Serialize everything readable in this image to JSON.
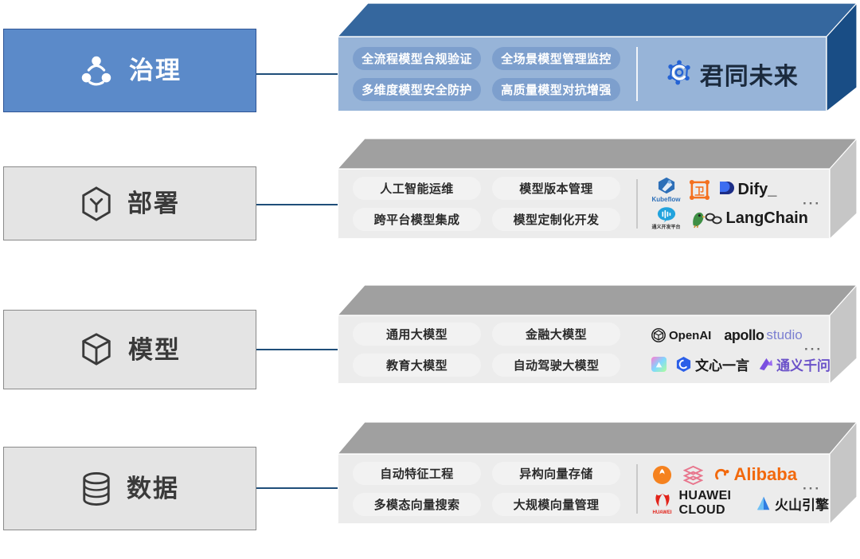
{
  "diagram": {
    "title": "AI stack layers",
    "colors": {
      "blue_card": "#5b8ac9",
      "blue_card_border": "#2f5596",
      "grey_card": "#e4e4e4",
      "connector": "#1f4e79",
      "box_top_blue": "#35679e",
      "box_front_blue": "#97b4d8",
      "box_side_blue": "#194d85",
      "box_top_grey": "#a0a0a0",
      "box_front_grey": "#ececec",
      "box_side_grey": "#c6c6c6",
      "pill_blue": "#7d9fcd",
      "pill_grey": "#f2f2f2"
    },
    "overflow_indicator": "···"
  },
  "layers": [
    {
      "id": "governance",
      "label": "治理",
      "icon": "share-nodes-icon",
      "highlighted": true,
      "capabilities": [
        [
          "全流程模型合规验证",
          "全场景模型管理监控"
        ],
        [
          "多维度模型安全防护",
          "高质量模型对抗增强"
        ]
      ],
      "brand": {
        "name": "君同未来",
        "icon": "junton-gear-icon"
      },
      "vendors": []
    },
    {
      "id": "deployment",
      "label": "部署",
      "icon": "hexagon-y-icon",
      "highlighted": false,
      "capabilities": [
        [
          "人工智能运维",
          "模型版本管理"
        ],
        [
          "跨平台模型集成",
          "模型定制化开发"
        ]
      ],
      "brand": null,
      "vendors": [
        [
          {
            "name": "Kubeflow",
            "caption": "Kubeflow",
            "icon": "kubeflow-icon",
            "style": "stack"
          },
          {
            "name": "",
            "caption": "",
            "icon": "orange-square-icon",
            "style": "icon"
          },
          {
            "name": "Dify_",
            "caption": "",
            "icon": "dify-icon",
            "style": "mark-text"
          }
        ],
        [
          {
            "name": "",
            "caption": "通义开发平台",
            "icon": "blue-cloud-icon",
            "style": "stack"
          },
          {
            "name": "LangChain",
            "caption": "",
            "icon": "langchain-parrot-icon",
            "style": "mark-text"
          }
        ]
      ]
    },
    {
      "id": "model",
      "label": "模型",
      "icon": "cube-icon",
      "highlighted": false,
      "capabilities": [
        [
          "通用大模型",
          "金融大模型"
        ],
        [
          "教育大模型",
          "自动驾驶大模型"
        ]
      ],
      "brand": null,
      "vendors": [
        [
          {
            "name": "OpenAI",
            "caption": "",
            "icon": "openai-icon",
            "style": "mark-text"
          },
          {
            "name": "apollo",
            "caption": "studio",
            "icon": "apollo-icon",
            "style": "text-text"
          }
        ],
        [
          {
            "name": "",
            "caption": "",
            "icon": "gradient-square-icon",
            "style": "icon"
          },
          {
            "name": "文心一言",
            "caption": "",
            "icon": "ernie-icon",
            "style": "mark-text"
          },
          {
            "name": "通义千问",
            "caption": "",
            "icon": "tongyi-icon",
            "style": "mark-text"
          }
        ]
      ]
    },
    {
      "id": "data",
      "label": "数据",
      "icon": "database-icon",
      "highlighted": false,
      "capabilities": [
        [
          "自动特征工程",
          "异构向量存储"
        ],
        [
          "多模态向量搜索",
          "大规模向量管理"
        ]
      ],
      "brand": null,
      "vendors": [
        [
          {
            "name": "",
            "caption": "",
            "icon": "orange-circle-icon",
            "style": "icon"
          },
          {
            "name": "",
            "caption": "",
            "icon": "layers-stack-icon",
            "style": "icon"
          },
          {
            "name": "Alibaba",
            "caption": "",
            "icon": "alibaba-icon",
            "style": "mark-text"
          }
        ],
        [
          {
            "name": "HUAWEI CLOUD",
            "caption": "HUAWEI",
            "icon": "huawei-icon",
            "style": "mark-text"
          },
          {
            "name": "火山引擎",
            "caption": "",
            "icon": "volcano-icon",
            "style": "mark-text"
          }
        ]
      ]
    }
  ]
}
